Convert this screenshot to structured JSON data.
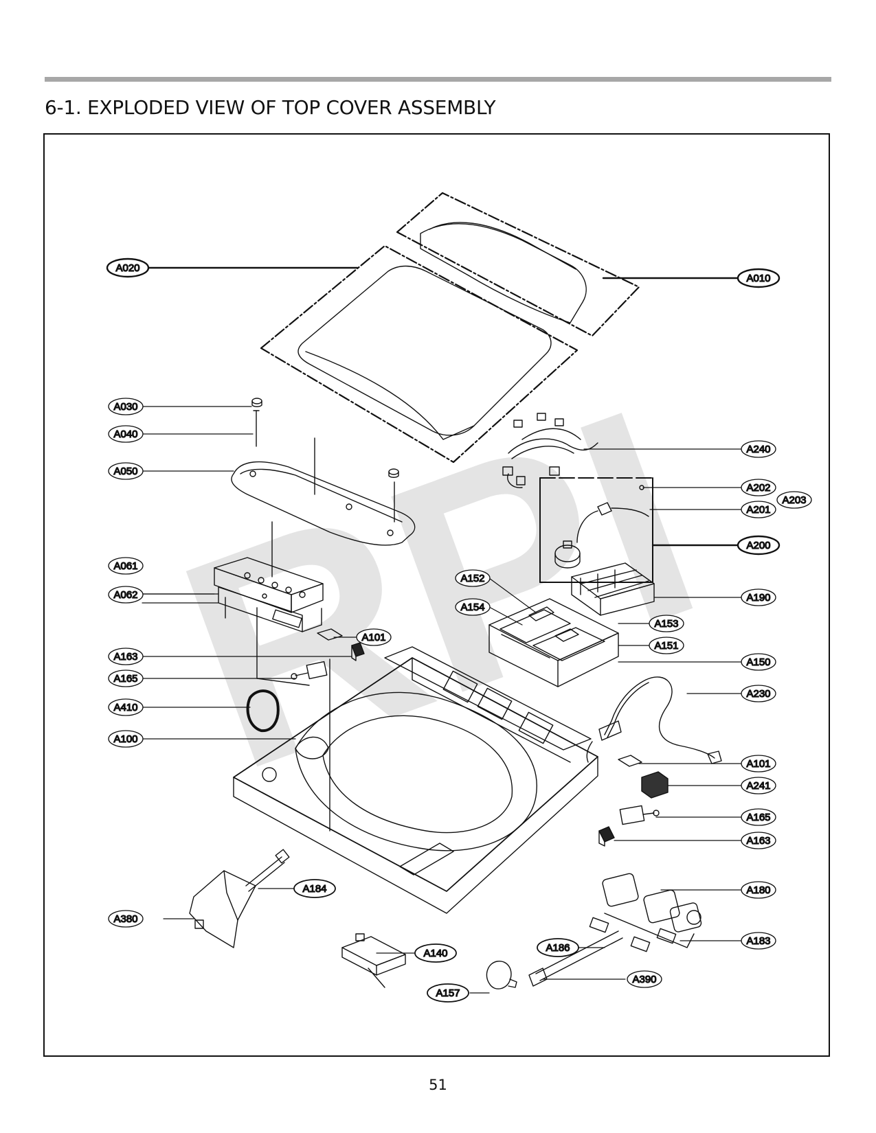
{
  "header": {
    "title": "6-1. EXPLODED VIEW OF TOP COVER ASSEMBLY"
  },
  "watermark": {
    "text": "RPI"
  },
  "footer": {
    "page_number": "51"
  },
  "parts": [
    {
      "id": "A020"
    },
    {
      "id": "A010"
    },
    {
      "id": "A030"
    },
    {
      "id": "A040"
    },
    {
      "id": "A050"
    },
    {
      "id": "A061"
    },
    {
      "id": "A062"
    },
    {
      "id": "A101"
    },
    {
      "id": "A163"
    },
    {
      "id": "A165"
    },
    {
      "id": "A410"
    },
    {
      "id": "A100"
    },
    {
      "id": "A240"
    },
    {
      "id": "A202"
    },
    {
      "id": "A203"
    },
    {
      "id": "A201"
    },
    {
      "id": "A200"
    },
    {
      "id": "A152"
    },
    {
      "id": "A154"
    },
    {
      "id": "A190"
    },
    {
      "id": "A153"
    },
    {
      "id": "A151"
    },
    {
      "id": "A150"
    },
    {
      "id": "A230"
    },
    {
      "id": "A101"
    },
    {
      "id": "A241"
    },
    {
      "id": "A165"
    },
    {
      "id": "A163"
    },
    {
      "id": "A180"
    },
    {
      "id": "A184"
    },
    {
      "id": "A380"
    },
    {
      "id": "A140"
    },
    {
      "id": "A186"
    },
    {
      "id": "A183"
    },
    {
      "id": "A390"
    },
    {
      "id": "A157"
    }
  ]
}
